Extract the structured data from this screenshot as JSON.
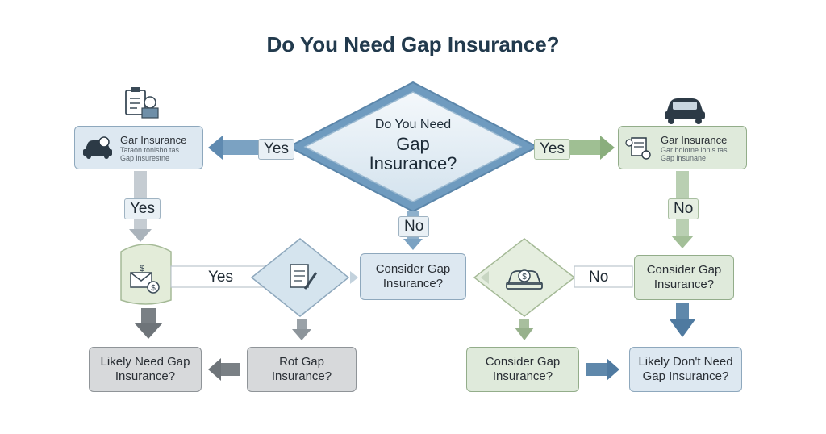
{
  "title": "Do You Need Gap Insurance?",
  "center": {
    "line1": "Do You Need",
    "line2": "Gap",
    "line3": "Insurance?"
  },
  "labels": {
    "yes_left": "Yes",
    "yes_right": "Yes",
    "no_center": "No",
    "yes_left_down": "Yes",
    "no_right_down": "No",
    "yes_mid": "Yes",
    "no_mid": "No"
  },
  "left_card": {
    "heading": "Gar Insurance",
    "line1": "Tataon tonisho tas",
    "line2": "Gap insurestne"
  },
  "right_card": {
    "heading": "Gar Insurance",
    "line1": "Gar bdiotne ionis tas",
    "line2": "Gap insunane"
  },
  "boxes": {
    "center_consider": "Consider Gap Insurance?",
    "right_consider": "Consider Gap Insurance?",
    "likely_need": "Likely Need Gap Insurance?",
    "rot_gap": "Rot Gap Insurance?",
    "bottom_consider": "Consider Gap Insurance?",
    "likely_dont": "Likely Don't Need Gap Insurance?"
  },
  "icons": {
    "top_left": "clipboard-money-icon",
    "top_right": "car-icon",
    "left_card": "car-money-icon",
    "right_card": "document-money-icon",
    "left_node": "money-envelope-icon",
    "mid_diamond": "document-pen-icon",
    "right_diamond": "car-dollar-icon"
  },
  "colors": {
    "title": "#223a4d",
    "diamond": "#6f9bbf",
    "blue_box": "#dde8f1",
    "green_box": "#dfeadb",
    "gray_box": "#d7d9db"
  }
}
